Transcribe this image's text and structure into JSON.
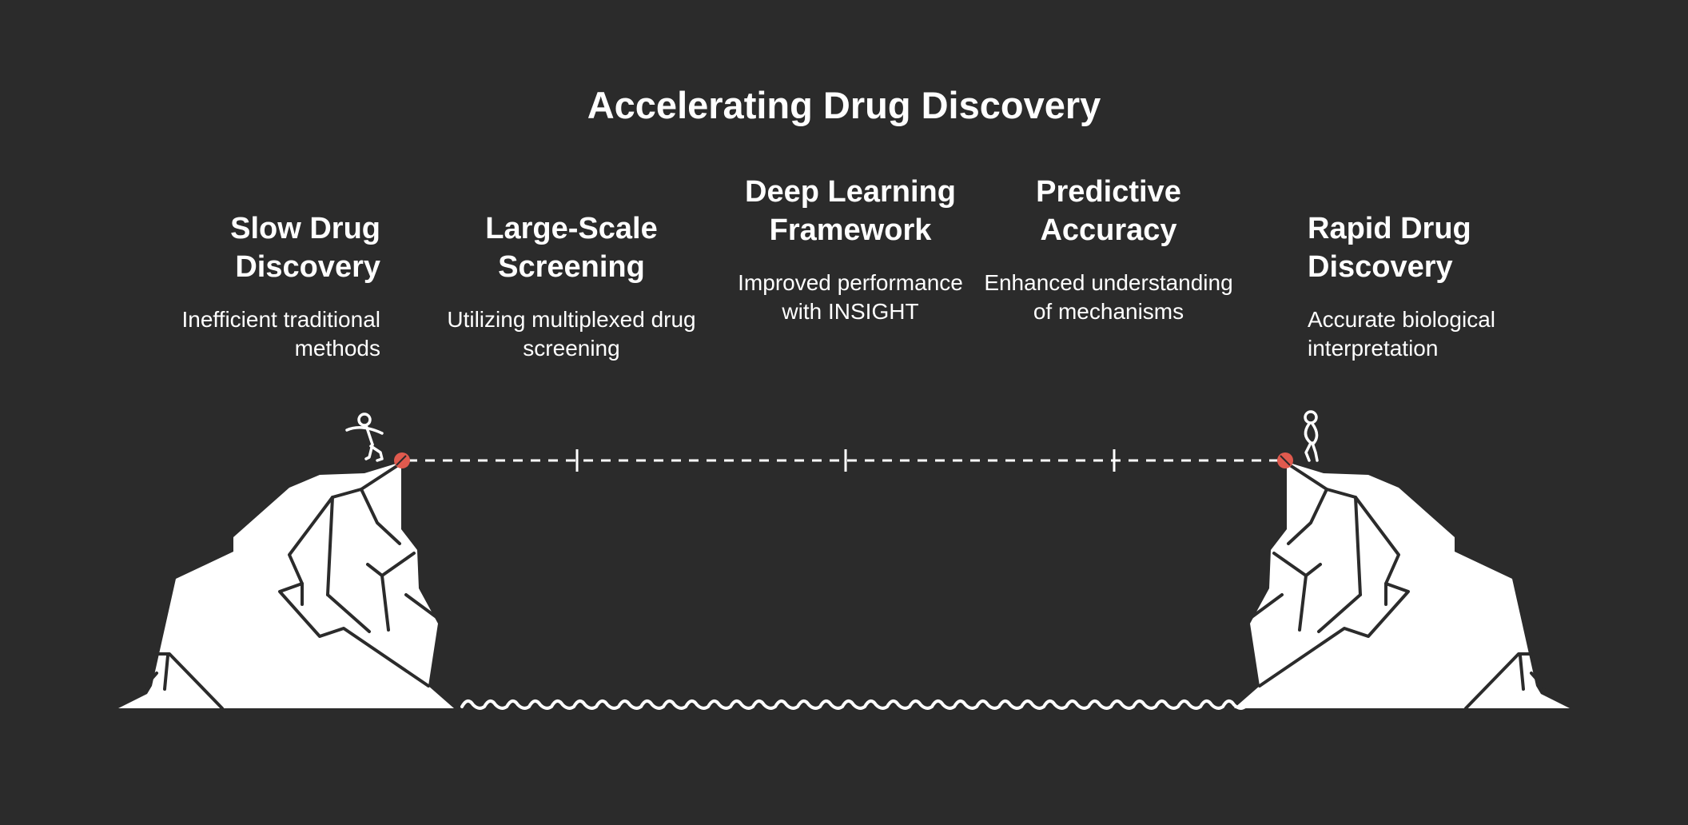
{
  "title": "Accelerating Drug Discovery",
  "stages": [
    {
      "heading": "Slow Drug Discovery",
      "description": "Inefficient traditional methods"
    },
    {
      "heading": "Large-Scale Screening",
      "description": "Utilizing multiplexed drug screening"
    },
    {
      "heading": "Deep Learning Framework",
      "description": "Improved performance with INSIGHT"
    },
    {
      "heading": "Predictive Accuracy",
      "description": "Enhanced understanding of mechanisms"
    },
    {
      "heading": "Rapid Drug Discovery",
      "description": "Accurate biological interpretation"
    }
  ],
  "colors": {
    "background": "#2b2b2b",
    "foreground": "#ffffff",
    "accent": "#e05a4e"
  },
  "icons": {
    "left_figure": "stick-figure-running-icon",
    "right_figure": "stick-figure-standing-icon",
    "left_cliff": "cliff-icon",
    "right_cliff": "cliff-icon",
    "water": "wave-icon"
  }
}
